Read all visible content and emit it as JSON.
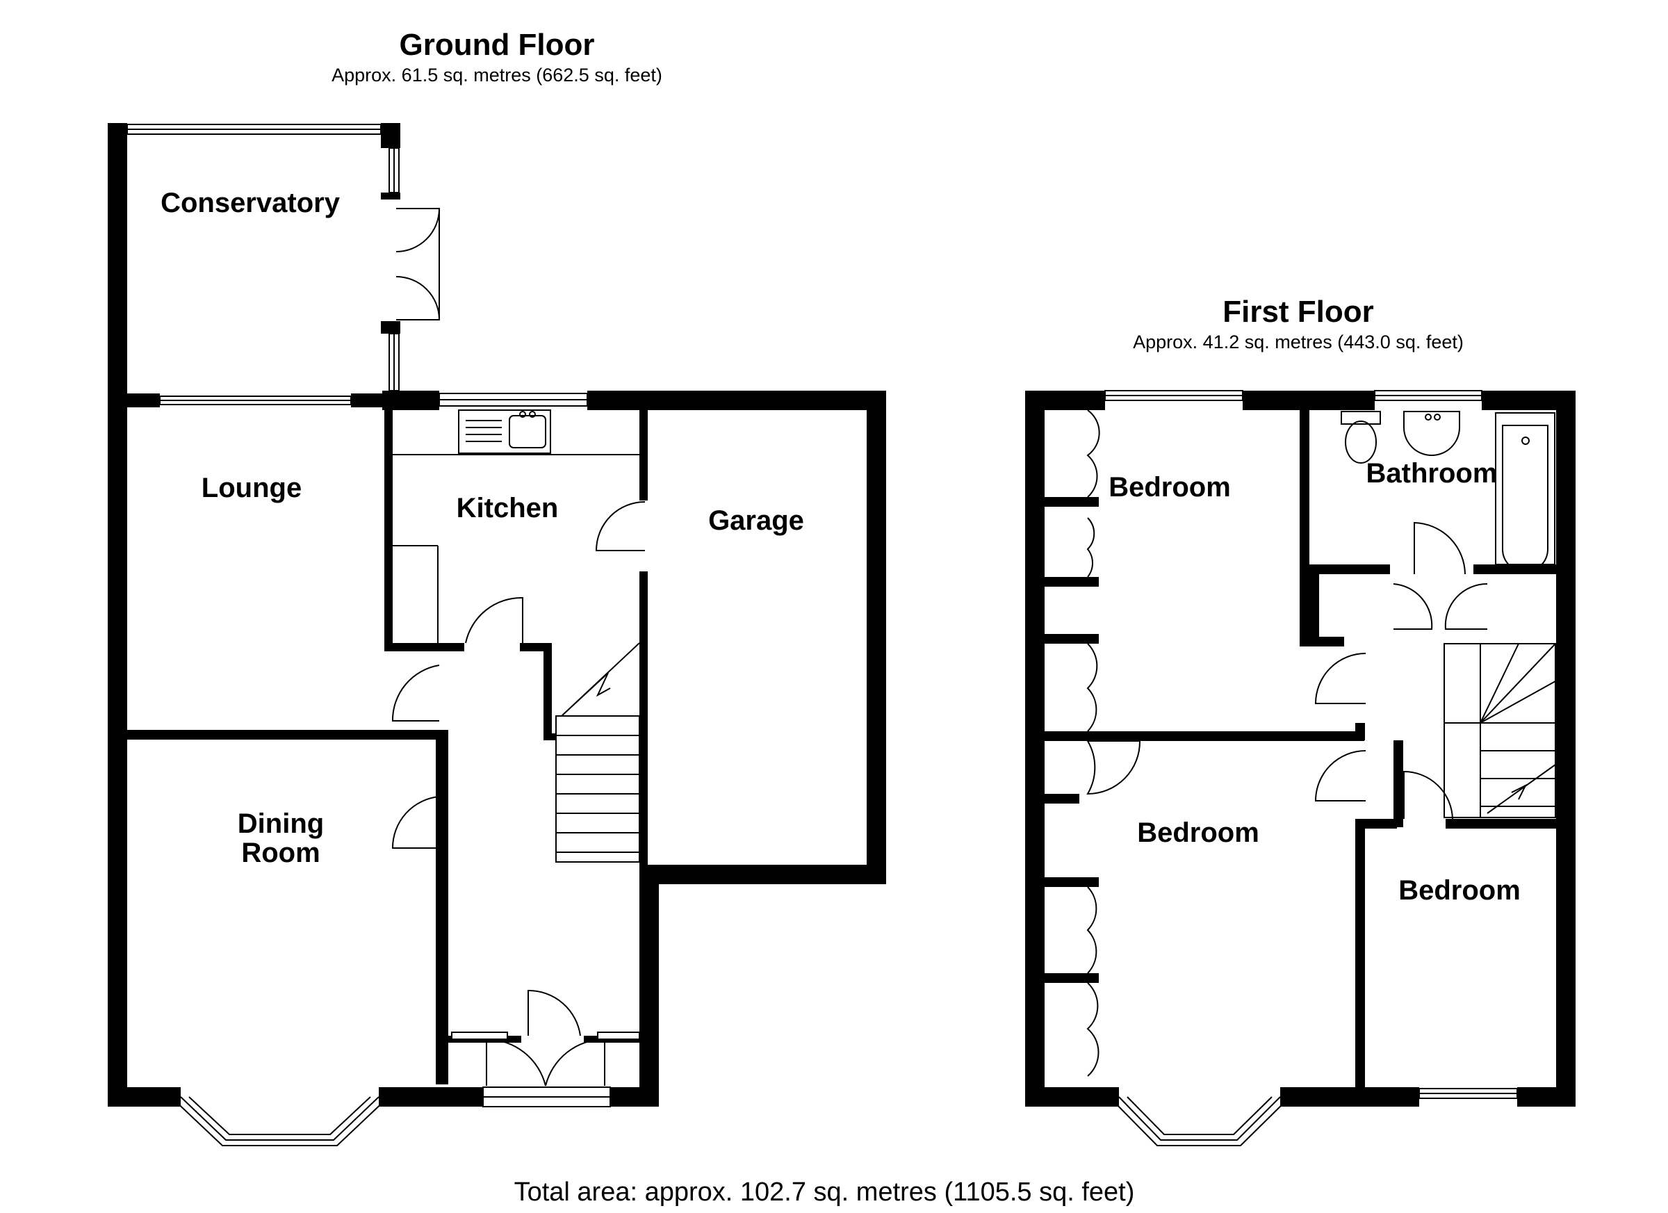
{
  "ground_floor": {
    "title": "Ground Floor",
    "area": "Approx. 61.5 sq. metres (662.5 sq. feet)",
    "rooms": {
      "conservatory": "Conservatory",
      "lounge": "Lounge",
      "kitchen": "Kitchen",
      "garage": "Garage",
      "dining_line1": "Dining",
      "dining_line2": "Room"
    }
  },
  "first_floor": {
    "title": "First Floor",
    "area": "Approx. 41.2 sq. metres (443.0 sq. feet)",
    "rooms": {
      "bedroom_top": "Bedroom",
      "bathroom": "Bathroom",
      "bedroom_main": "Bedroom",
      "bedroom_small": "Bedroom"
    }
  },
  "total_area": "Total area: approx. 102.7 sq. metres (1105.5 sq. feet)"
}
